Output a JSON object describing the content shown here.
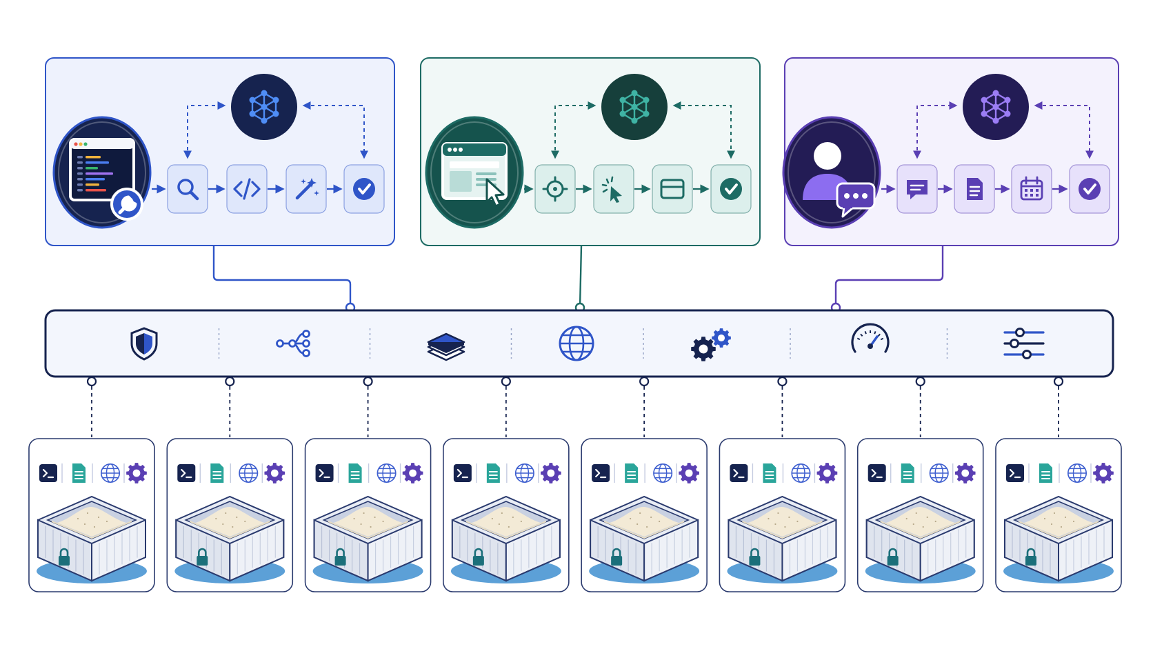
{
  "colors": {
    "navy": "#16234f",
    "blue": "#2f55c8",
    "blue_light": "#eef2fd",
    "blue_box": "#dfe7fb",
    "teal": "#1d6b64",
    "teal_dark": "#15534d",
    "teal_light": "#f1f8f7",
    "teal_box": "#dcefec",
    "purple": "#5a3fb3",
    "purple_dark": "#231c55",
    "purple_light": "#f4f2fd",
    "purple_box": "#e7e1fb",
    "bus_fill": "#f3f6fd",
    "sandbox_stroke": "#2a3a6e"
  },
  "agents": [
    {
      "name": "coding-agent",
      "theme": "blue",
      "hero_icon": "code-editor-wrench-icon",
      "hub_icon": "neural-network-icon",
      "steps": [
        "search-icon",
        "code-brackets-icon",
        "magic-wand-icon",
        "check-circle-icon"
      ]
    },
    {
      "name": "browser-agent",
      "theme": "teal",
      "hero_icon": "browser-cursor-icon",
      "hub_icon": "neural-network-icon",
      "steps": [
        "target-icon",
        "click-icon",
        "window-icon",
        "check-circle-icon"
      ]
    },
    {
      "name": "assistant-agent",
      "theme": "purple",
      "hero_icon": "user-chat-icon",
      "hub_icon": "neural-network-icon",
      "steps": [
        "message-icon",
        "document-icon",
        "calendar-icon",
        "check-circle-icon"
      ]
    }
  ],
  "bus_icons": [
    "shield-icon",
    "workflow-branch-icon",
    "layers-icon",
    "globe-icon",
    "gears-icon",
    "speedometer-icon",
    "sliders-icon"
  ],
  "sandbox_count": 8,
  "sandbox_tools": [
    "terminal-icon",
    "file-icon",
    "globe-icon",
    "gear-icon"
  ],
  "sandbox_icon": "locked-sandbox-icon"
}
